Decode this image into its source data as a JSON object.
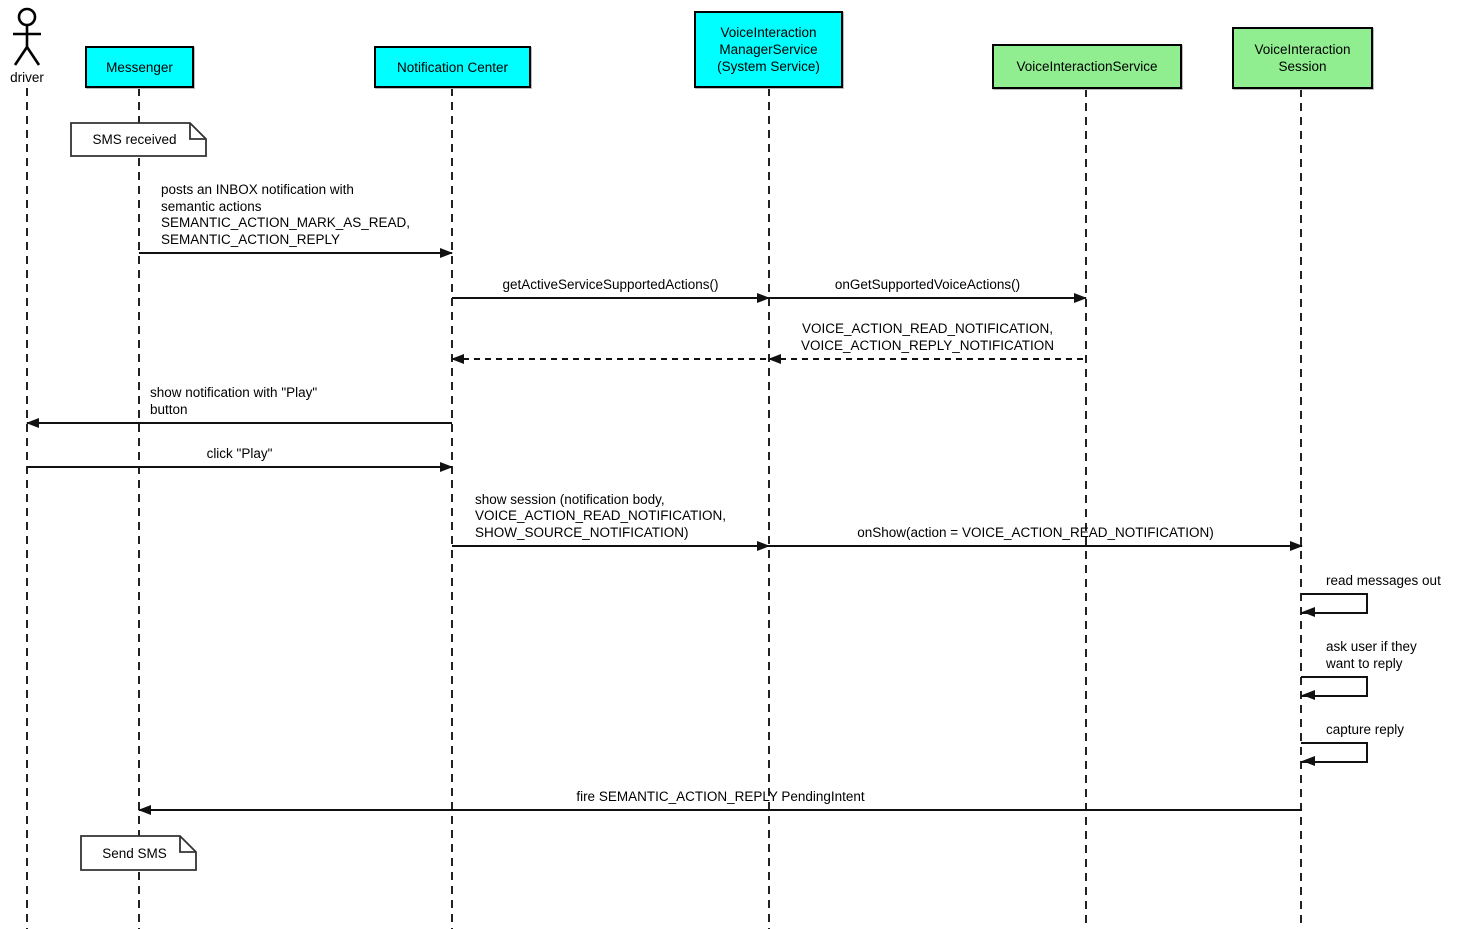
{
  "participants": {
    "driver": {
      "label": "driver",
      "type": "actor"
    },
    "messenger": {
      "label": "Messenger",
      "color": "#00FFFF"
    },
    "notification_center": {
      "label": "Notification Center",
      "color": "#00FFFF"
    },
    "vims": {
      "label": "VoiceInteraction\nManagerService\n(System Service)",
      "color": "#00FFFF"
    },
    "vis": {
      "label": "VoiceInteractionService",
      "color": "#90EE90"
    },
    "visession": {
      "label": "VoiceInteraction\nSession",
      "color": "#90EE90"
    }
  },
  "notes": {
    "sms_received": {
      "text": "SMS received"
    },
    "send_sms": {
      "text": "Send SMS"
    }
  },
  "messages": {
    "post_inbox": {
      "from": "Messenger",
      "to": "Notification Center",
      "style": "solid",
      "label": "posts an INBOX notification with\nsemantic actions\nSEMANTIC_ACTION_MARK_AS_READ,\nSEMANTIC_ACTION_REPLY"
    },
    "get_active_service_supported_actions": {
      "from": "Notification Center",
      "to": "VoiceInteractionManagerService",
      "style": "solid",
      "label": "getActiveServiceSupportedActions()"
    },
    "on_get_supported_voice_actions": {
      "from": "VoiceInteractionManagerService",
      "to": "VoiceInteractionService",
      "style": "solid",
      "label": "onGetSupportedVoiceActions()"
    },
    "supported_voice_actions_return": {
      "from": "VoiceInteractionService",
      "to": "VoiceInteractionManagerService",
      "style": "dashed",
      "label": "VOICE_ACTION_READ_NOTIFICATION,\nVOICE_ACTION_REPLY_NOTIFICATION"
    },
    "supported_actions_relay_return": {
      "from": "VoiceInteractionManagerService",
      "to": "Notification Center",
      "style": "dashed",
      "label": ""
    },
    "show_notification": {
      "from": "Notification Center",
      "to": "driver",
      "style": "solid",
      "label": "show notification with \"Play\"\nbutton"
    },
    "click_play": {
      "from": "driver",
      "to": "Notification Center",
      "style": "solid",
      "label": "click \"Play\""
    },
    "show_session": {
      "from": "Notification Center",
      "to": "VoiceInteractionManagerService",
      "style": "solid",
      "label": "show session (notification body,\nVOICE_ACTION_READ_NOTIFICATION,\nSHOW_SOURCE_NOTIFICATION)"
    },
    "on_show": {
      "from": "VoiceInteractionManagerService",
      "to": "VoiceInteractionSession",
      "style": "solid",
      "label": "onShow(action = VOICE_ACTION_READ_NOTIFICATION)"
    },
    "read_messages_out": {
      "from": "VoiceInteractionSession",
      "to": "VoiceInteractionSession",
      "style": "self",
      "label": "read messages out"
    },
    "ask_user_reply": {
      "from": "VoiceInteractionSession",
      "to": "VoiceInteractionSession",
      "style": "self",
      "label": "ask user if they\nwant to reply"
    },
    "capture_reply": {
      "from": "VoiceInteractionSession",
      "to": "VoiceInteractionSession",
      "style": "self",
      "label": "capture reply"
    },
    "fire_reply_intent": {
      "from": "VoiceInteractionSession",
      "to": "Messenger",
      "style": "solid",
      "label": "fire SEMANTIC_ACTION_REPLY PendingIntent"
    }
  }
}
